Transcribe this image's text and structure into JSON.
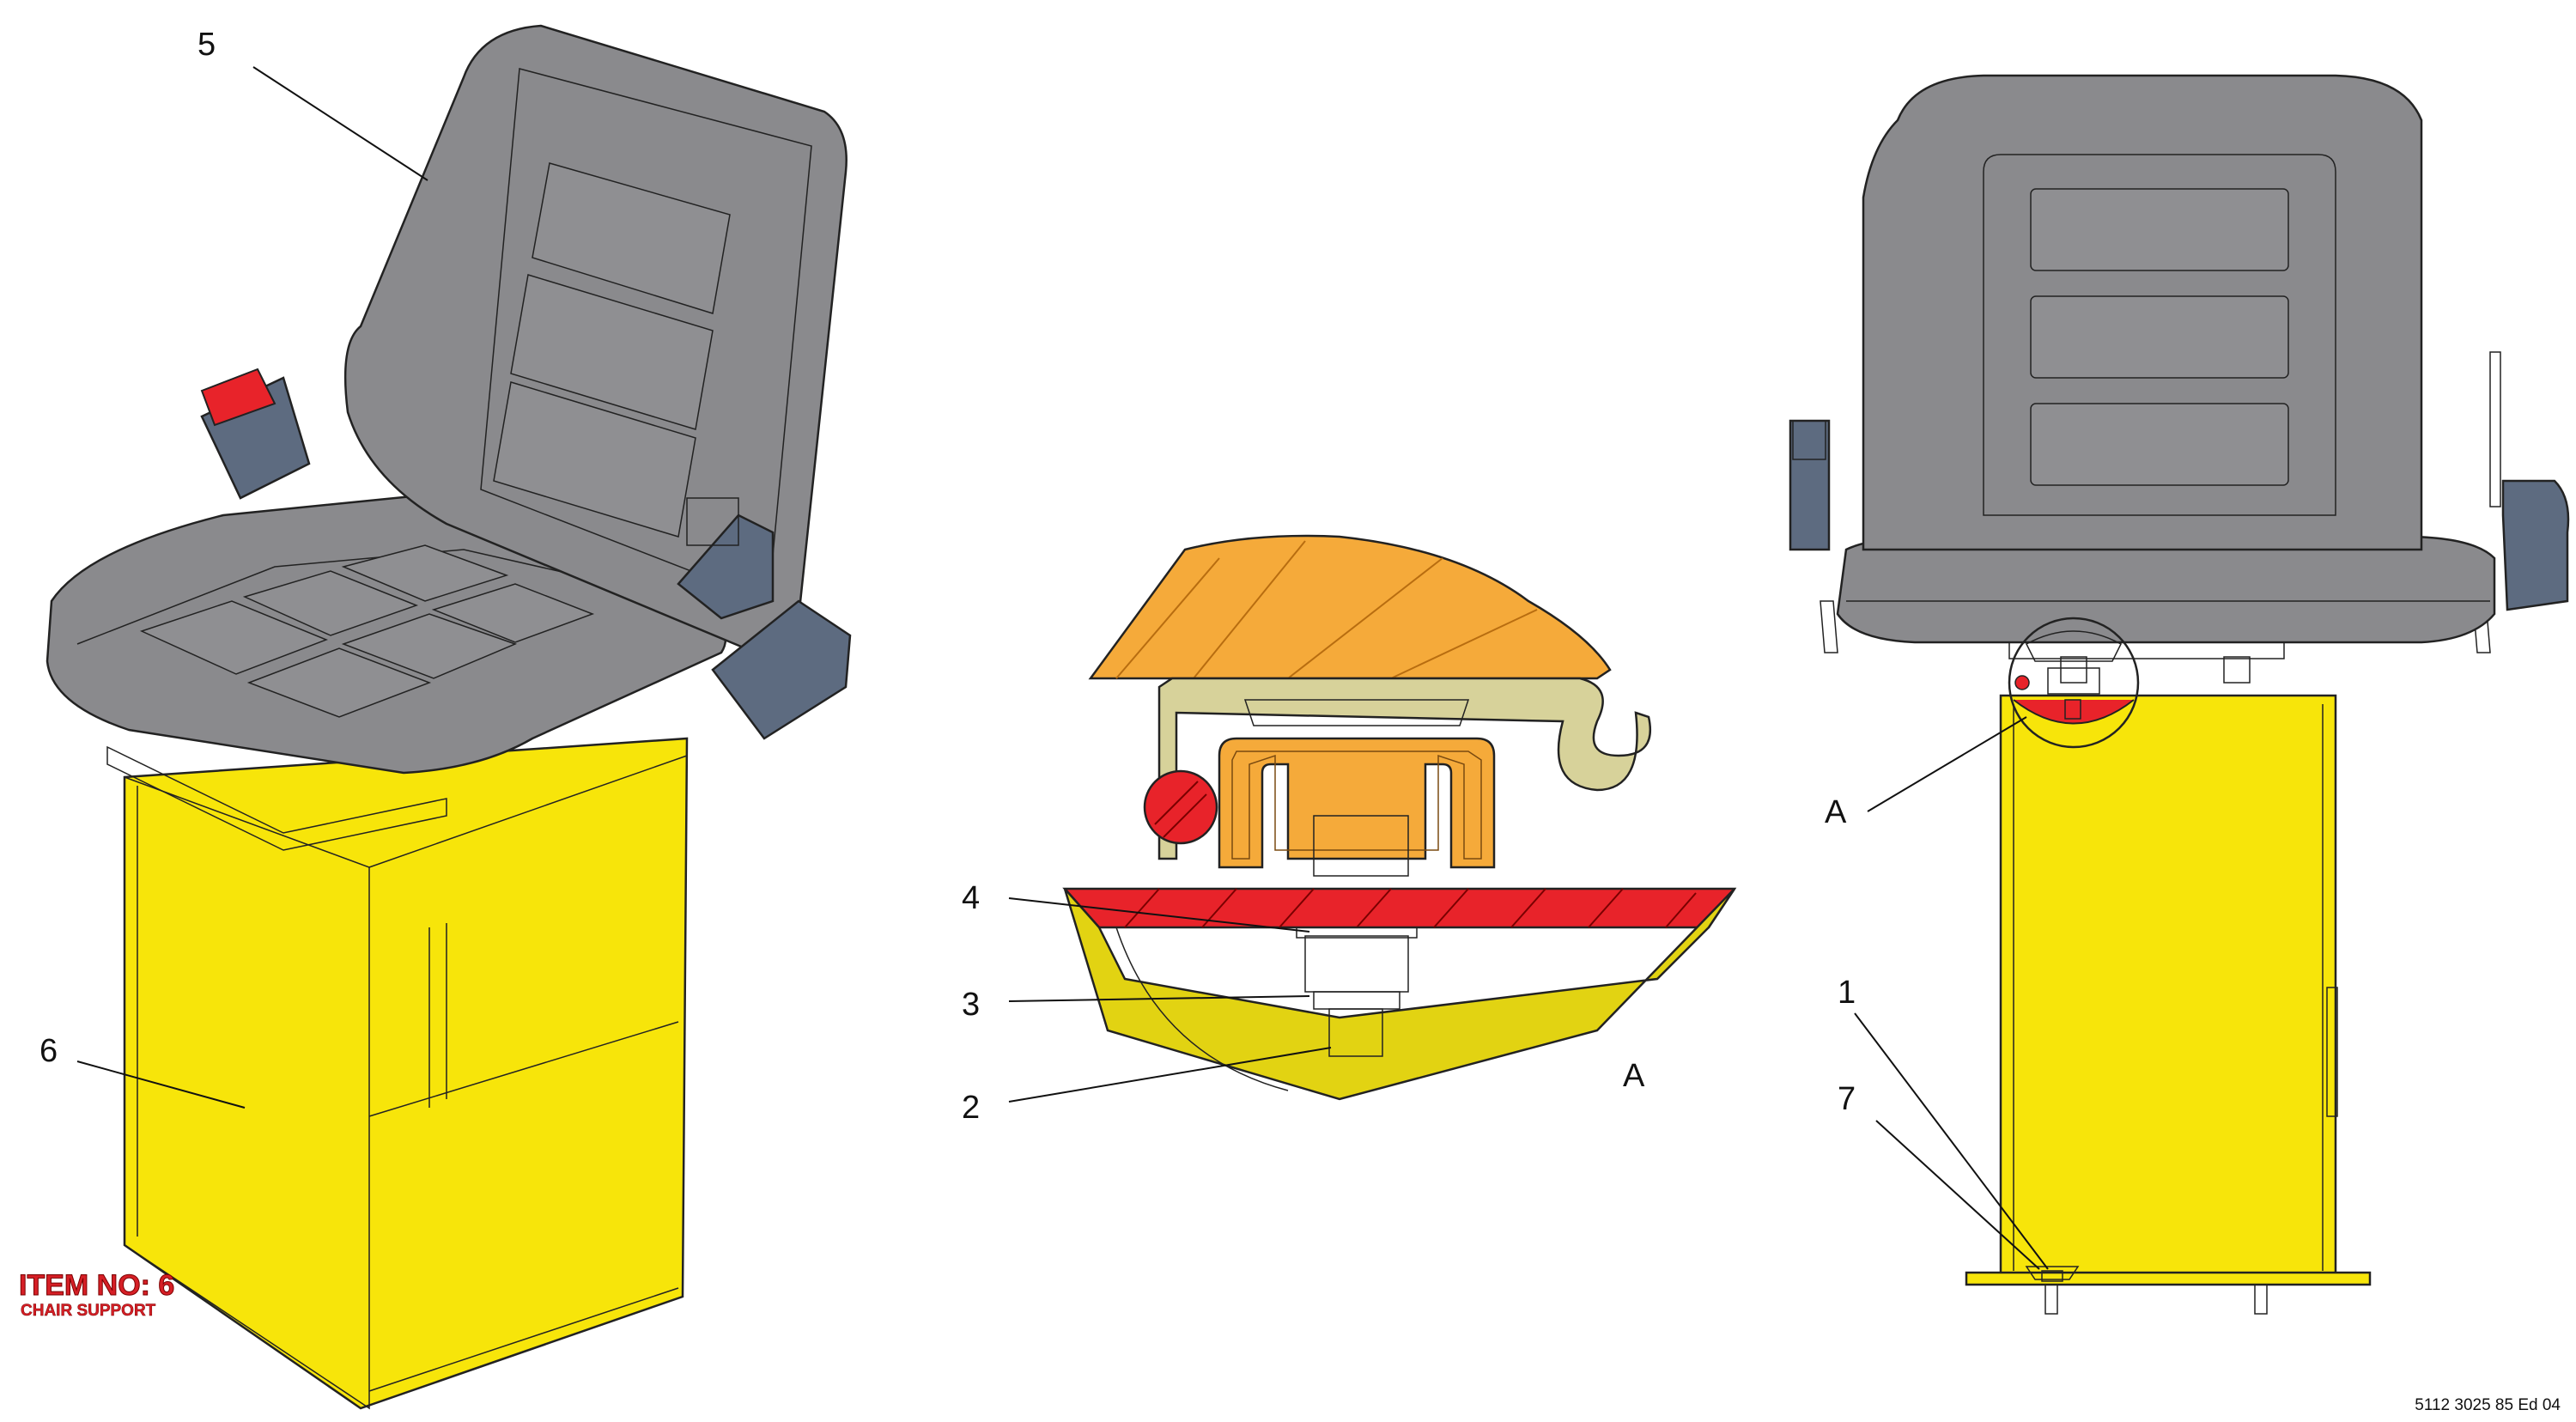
{
  "callouts": {
    "c1": "1",
    "c2": "2",
    "c3": "3",
    "c4": "4",
    "c5": "5",
    "c6": "6",
    "c7": "7",
    "detail_ref": "A",
    "detail_label": "A"
  },
  "item_note": {
    "title": "ITEM NO: 6",
    "subtitle": "CHAIR SUPPORT"
  },
  "doc_reference": "5112 3025 85 Ed 04",
  "colors": {
    "seat_grey": "#8a8a8d",
    "support_yellow": "#f7e50a",
    "support_shade": "#e2d312",
    "section_orange": "#f5aa3a",
    "section_red": "#e8232a",
    "belt_blue": "#5d6b80",
    "rail_khaki": "#d7d29a"
  }
}
